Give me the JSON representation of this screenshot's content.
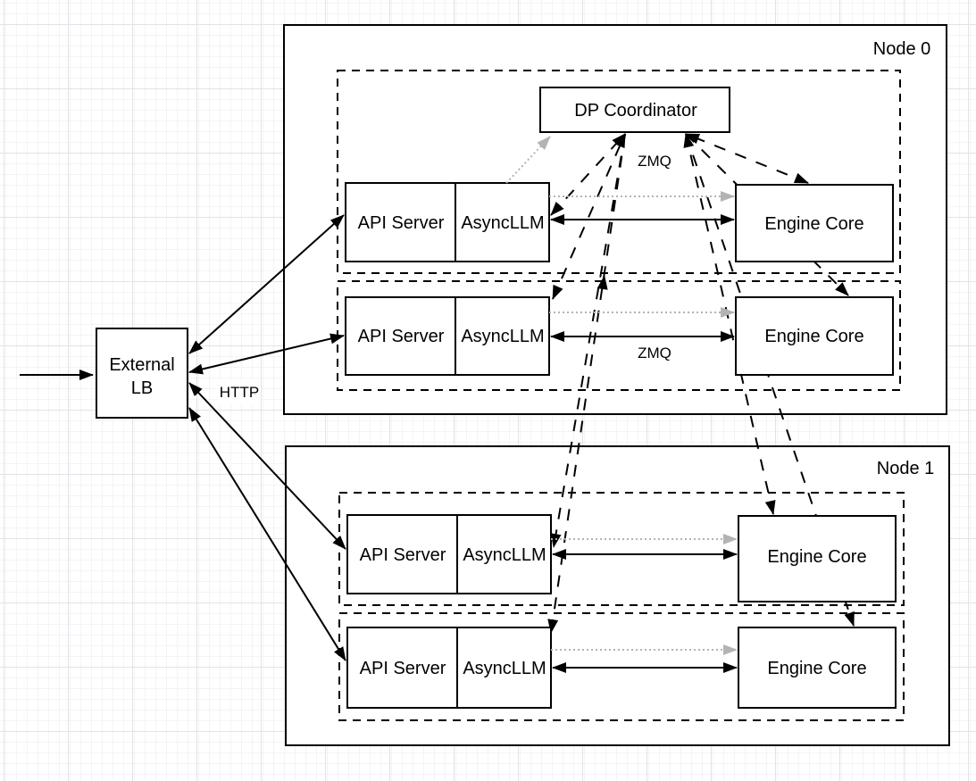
{
  "external_lb": {
    "line1": "External",
    "line2": "LB"
  },
  "dp_coordinator": {
    "label": "DP Coordinator"
  },
  "nodes": [
    {
      "label": "Node 0",
      "rows": [
        {
          "api_server": "API Server",
          "asyncllm": "AsyncLLM",
          "engine_core": "Engine Core"
        },
        {
          "api_server": "API Server",
          "asyncllm": "AsyncLLM",
          "engine_core": "Engine Core"
        }
      ]
    },
    {
      "label": "Node 1",
      "rows": [
        {
          "api_server": "API Server",
          "asyncllm": "AsyncLLM",
          "engine_core": "Engine Core"
        },
        {
          "api_server": "API Server",
          "asyncllm": "AsyncLLM",
          "engine_core": "Engine Core"
        }
      ]
    }
  ],
  "edge_labels": {
    "http": "HTTP",
    "zmq_coordinator": "ZMQ",
    "zmq_engine": "ZMQ"
  },
  "colors": {
    "line": "#000000",
    "dotted_line": "#b3b3b3",
    "box_fill": "#ffffff",
    "grid_minor": "#f4f4f7",
    "grid_major": "#e3e3e7"
  }
}
